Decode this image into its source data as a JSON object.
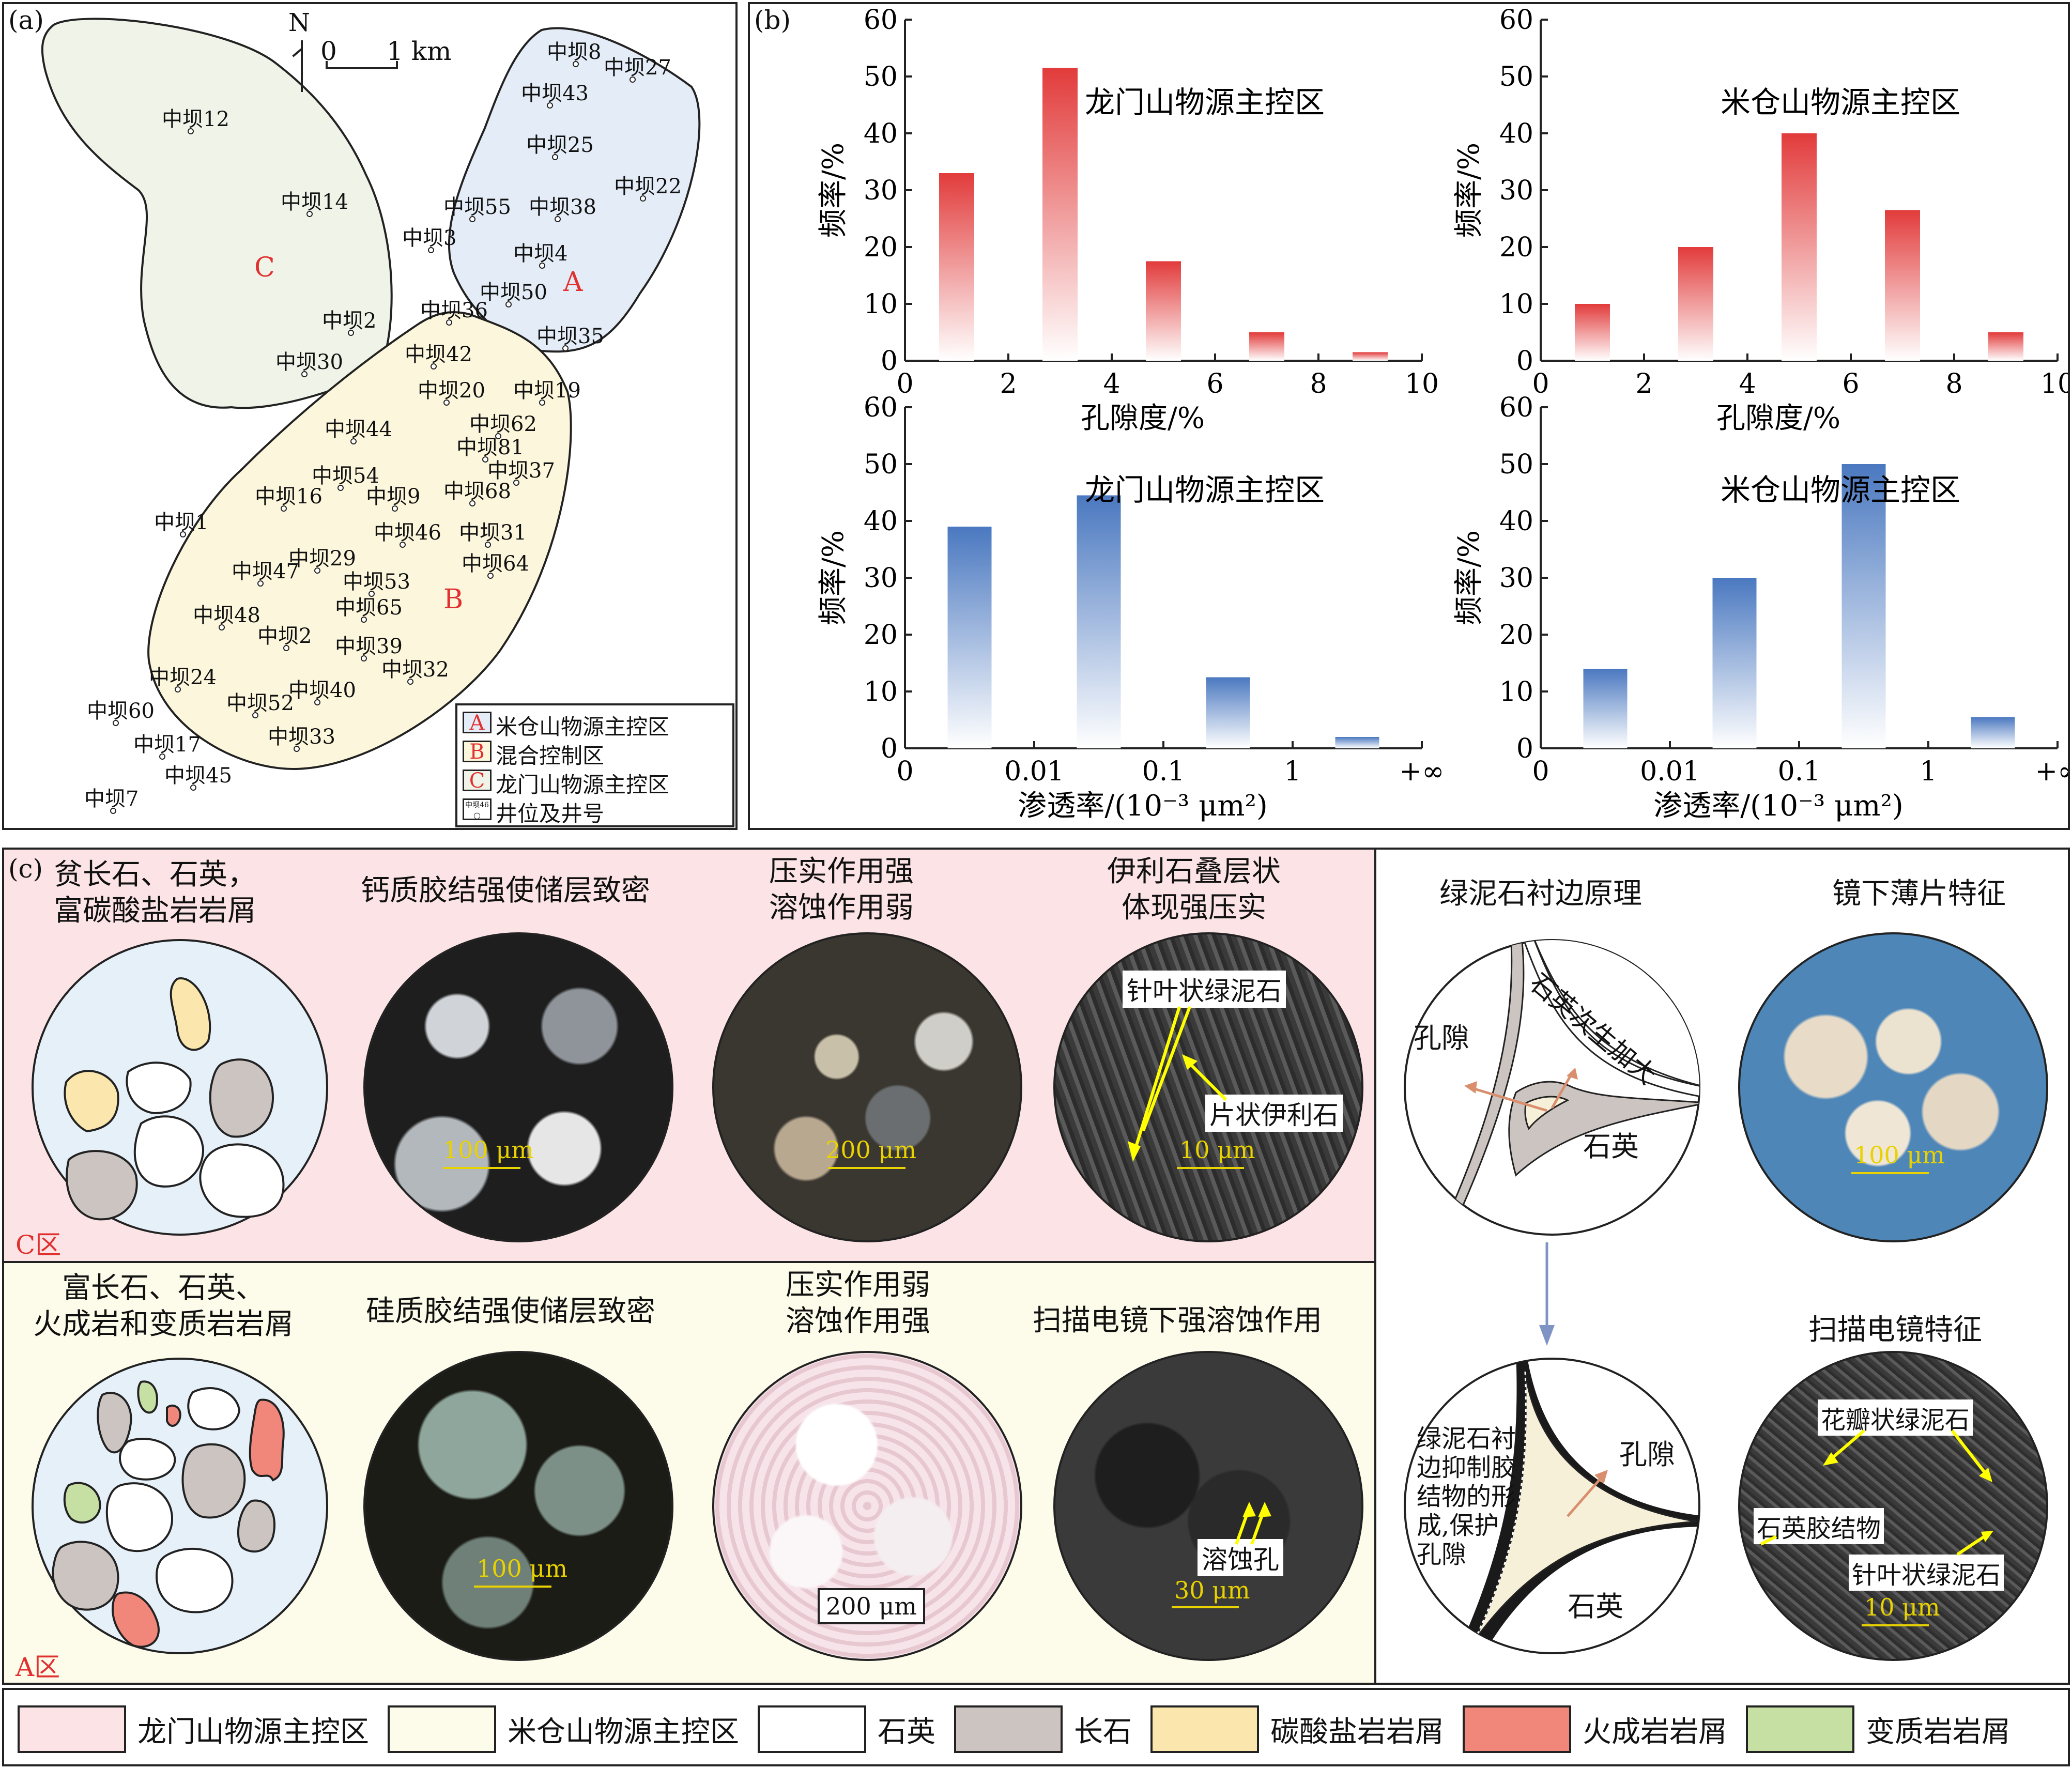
{
  "panel_a": {
    "label": "(a)",
    "north": "N",
    "scale": {
      "zero": "0",
      "one": "1 km"
    },
    "zones": [
      {
        "letter": "A",
        "color": "#e4edf7"
      },
      {
        "letter": "B",
        "color": "#fcf7dc"
      },
      {
        "letter": "C",
        "color": "#f0f3e7"
      }
    ],
    "wells": [
      "中坝8",
      "中坝27",
      "中坝43",
      "中坝25",
      "中坝22",
      "中坝55",
      "中坝38",
      "中坝3",
      "中坝4",
      "中坝50",
      "中坝35",
      "中坝12",
      "中坝14",
      "中坝2",
      "中坝30",
      "中坝36",
      "中坝42",
      "中坝20",
      "中坝19",
      "中坝44",
      "中坝62",
      "中坝81",
      "中坝37",
      "中坝54",
      "中坝16",
      "中坝9",
      "中坝68",
      "中坝1",
      "中坝46",
      "中坝31",
      "中坝29",
      "中坝47",
      "中坝53",
      "中坝64",
      "中坝65",
      "中坝48",
      "中坝2",
      "中坝39",
      "中坝24",
      "中坝32",
      "中坝40",
      "中坝60",
      "中坝52",
      "中坝17",
      "中坝33",
      "中坝45",
      "中坝7"
    ],
    "legend": [
      {
        "key": "A",
        "label": "米仓山物源主控区",
        "color": "#e4edf7"
      },
      {
        "key": "B",
        "label": "混合控制区",
        "color": "#fcf7dc"
      },
      {
        "key": "C",
        "label": "龙门山物源主控区",
        "color": "#f0f3e7"
      },
      {
        "key": "中坝46",
        "label": "井位及井号"
      }
    ]
  },
  "panel_b_label": "(b)",
  "chart_data": [
    {
      "type": "bar",
      "title": "龙门山物源主控区",
      "xlabel": "孔隙度/%",
      "ylabel": "频率/%",
      "x_ticks": [
        "0",
        "2",
        "4",
        "6",
        "8",
        "10"
      ],
      "categories": [
        "0-2",
        "2-4",
        "4-6",
        "6-8",
        "8-10"
      ],
      "values": [
        33,
        51.5,
        17.5,
        5,
        1.5
      ],
      "ylim": [
        0,
        60
      ],
      "y_ticks": [
        "0",
        "10",
        "20",
        "30",
        "40",
        "50",
        "60"
      ],
      "color": "#e23b3b"
    },
    {
      "type": "bar",
      "title": "米仓山物源主控区",
      "xlabel": "孔隙度/%",
      "ylabel": "频率/%",
      "x_ticks": [
        "0",
        "2",
        "4",
        "6",
        "8",
        "10"
      ],
      "categories": [
        "0-2",
        "2-4",
        "4-6",
        "6-8",
        "8-10"
      ],
      "values": [
        10,
        20,
        40,
        26.5,
        5
      ],
      "ylim": [
        0,
        60
      ],
      "y_ticks": [
        "0",
        "10",
        "20",
        "30",
        "40",
        "50",
        "60"
      ],
      "color": "#e23b3b"
    },
    {
      "type": "bar",
      "title": "龙门山物源主控区",
      "xlabel": "渗透率/(10⁻³ μm²)",
      "ylabel": "频率/%",
      "x_ticks": [
        "0",
        "0.01",
        "0.1",
        "1",
        "+∞"
      ],
      "categories": [
        "0-0.01",
        "0.01-0.1",
        "0.1-1",
        "1-+∞"
      ],
      "values": [
        39,
        44.5,
        12.5,
        2
      ],
      "ylim": [
        0,
        60
      ],
      "y_ticks": [
        "0",
        "10",
        "20",
        "30",
        "40",
        "50",
        "60"
      ],
      "color": "#4a78c0"
    },
    {
      "type": "bar",
      "title": "米仓山物源主控区",
      "xlabel": "渗透率/(10⁻³ μm²)",
      "ylabel": "频率/%",
      "x_ticks": [
        "0",
        "0.01",
        "0.1",
        "1",
        "+∞"
      ],
      "categories": [
        "0-0.01",
        "0.01-0.1",
        "0.1-1",
        "1-+∞"
      ],
      "values": [
        14,
        30,
        50,
        5.5
      ],
      "ylim": [
        0,
        60
      ],
      "y_ticks": [
        "0",
        "10",
        "20",
        "30",
        "40",
        "50",
        "60"
      ],
      "color": "#4a78c0"
    }
  ],
  "panel_c": {
    "label": "(c)",
    "zone_c": {
      "tag": "C区",
      "color": "#fce4e6",
      "composition": "贫长石、石英，\n富碳酸盐岩岩屑",
      "captions": [
        "钙质胶结强使储层致密",
        "压实作用强\n溶蚀作用弱",
        "伊利石叠层状\n体现强压实"
      ],
      "scales": [
        "100 μm",
        "200 μm",
        "10 μm"
      ],
      "callouts": [
        "针叶状绿泥石",
        "片状伊利石"
      ]
    },
    "zone_a": {
      "tag": "A区",
      "color": "#fdfbe9",
      "composition": "富长石、石英、\n火成岩和变质岩岩屑",
      "captions": [
        "硅质胶结强使储层致密",
        "压实作用弱\n溶蚀作用强",
        "扫描电镜下强溶蚀作用"
      ],
      "scales": [
        "100 μm",
        "200 μm",
        "30 μm"
      ],
      "callouts": [
        "溶蚀孔"
      ]
    },
    "right": {
      "titles": [
        "绿泥石衬边原理",
        "镜下薄片特征",
        "扫描电镜特征"
      ],
      "pore": "孔隙",
      "quartz_overgrowth": "石英次生加大",
      "quartz": "石英",
      "chlorite_text": "绿泥石衬\n边抑制胶\n结物的形\n成,保护\n孔隙",
      "thin_scale": "100 μm",
      "sem_scale": "10 μm",
      "sem_callouts": [
        "花瓣状绿泥石",
        "石英胶结物",
        "针叶状绿泥石"
      ]
    }
  },
  "bottom_legend": [
    {
      "label": "龙门山物源主控区",
      "color": "#fce4e6"
    },
    {
      "label": "米仓山物源主控区",
      "color": "#fdfbe9"
    },
    {
      "label": "石英",
      "color": "#ffffff"
    },
    {
      "label": "长石",
      "color": "#cbc4c1"
    },
    {
      "label": "碳酸盐岩岩屑",
      "color": "#fbe7ae"
    },
    {
      "label": "火成岩岩屑",
      "color": "#f1877a"
    },
    {
      "label": "变质岩岩屑",
      "color": "#c6e0a4"
    }
  ]
}
